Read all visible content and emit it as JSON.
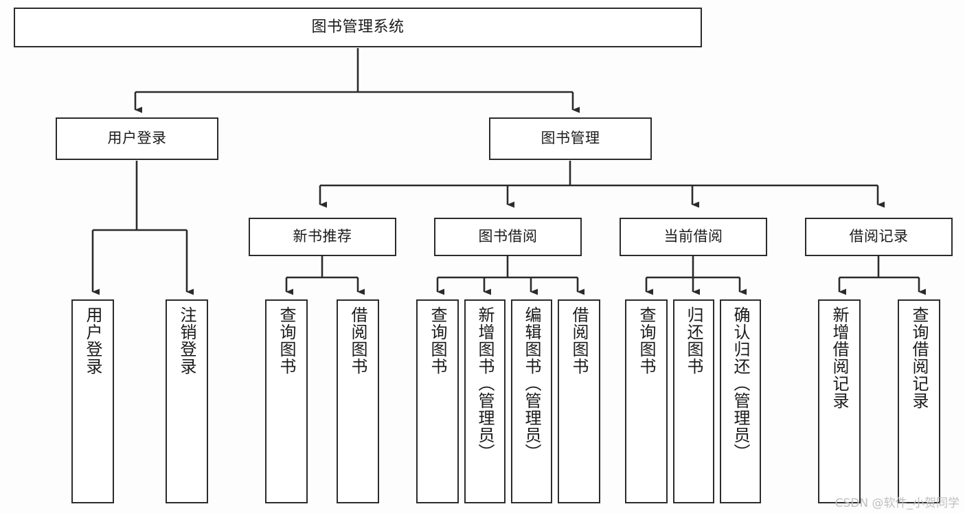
{
  "diagram": {
    "type": "tree-hierarchy",
    "title": "图书管理系统",
    "watermark": "CSDN @软件_小贺同学",
    "colors": {
      "stroke": "#2b2b2b",
      "box_fill": "#ffffff",
      "text": "#1a1a1a",
      "background": "#fdfdfd",
      "watermark": "#bfbfbf"
    },
    "root": {
      "label": "图书管理系统"
    },
    "level2": [
      {
        "label": "用户登录"
      },
      {
        "label": "图书管理"
      }
    ],
    "level3": [
      {
        "label": "新书推荐"
      },
      {
        "label": "图书借阅"
      },
      {
        "label": "当前借阅"
      },
      {
        "label": "借阅记录"
      }
    ],
    "leaves": {
      "user_login": [
        {
          "label": "用户登录"
        },
        {
          "label": "注销登录"
        }
      ],
      "new_book": [
        {
          "label": "查询图书"
        },
        {
          "label": "借阅图书"
        }
      ],
      "book_borrow": [
        {
          "label": "查询图书"
        },
        {
          "label": "新增图书（管理员）"
        },
        {
          "label": "编辑图书（管理员）"
        },
        {
          "label": "借阅图书"
        }
      ],
      "current_borrow": [
        {
          "label": "查询图书"
        },
        {
          "label": "归还图书"
        },
        {
          "label": "确认归还（管理员）"
        }
      ],
      "borrow_record": [
        {
          "label": "新增借阅记录"
        },
        {
          "label": "查询借阅记录"
        }
      ]
    }
  }
}
